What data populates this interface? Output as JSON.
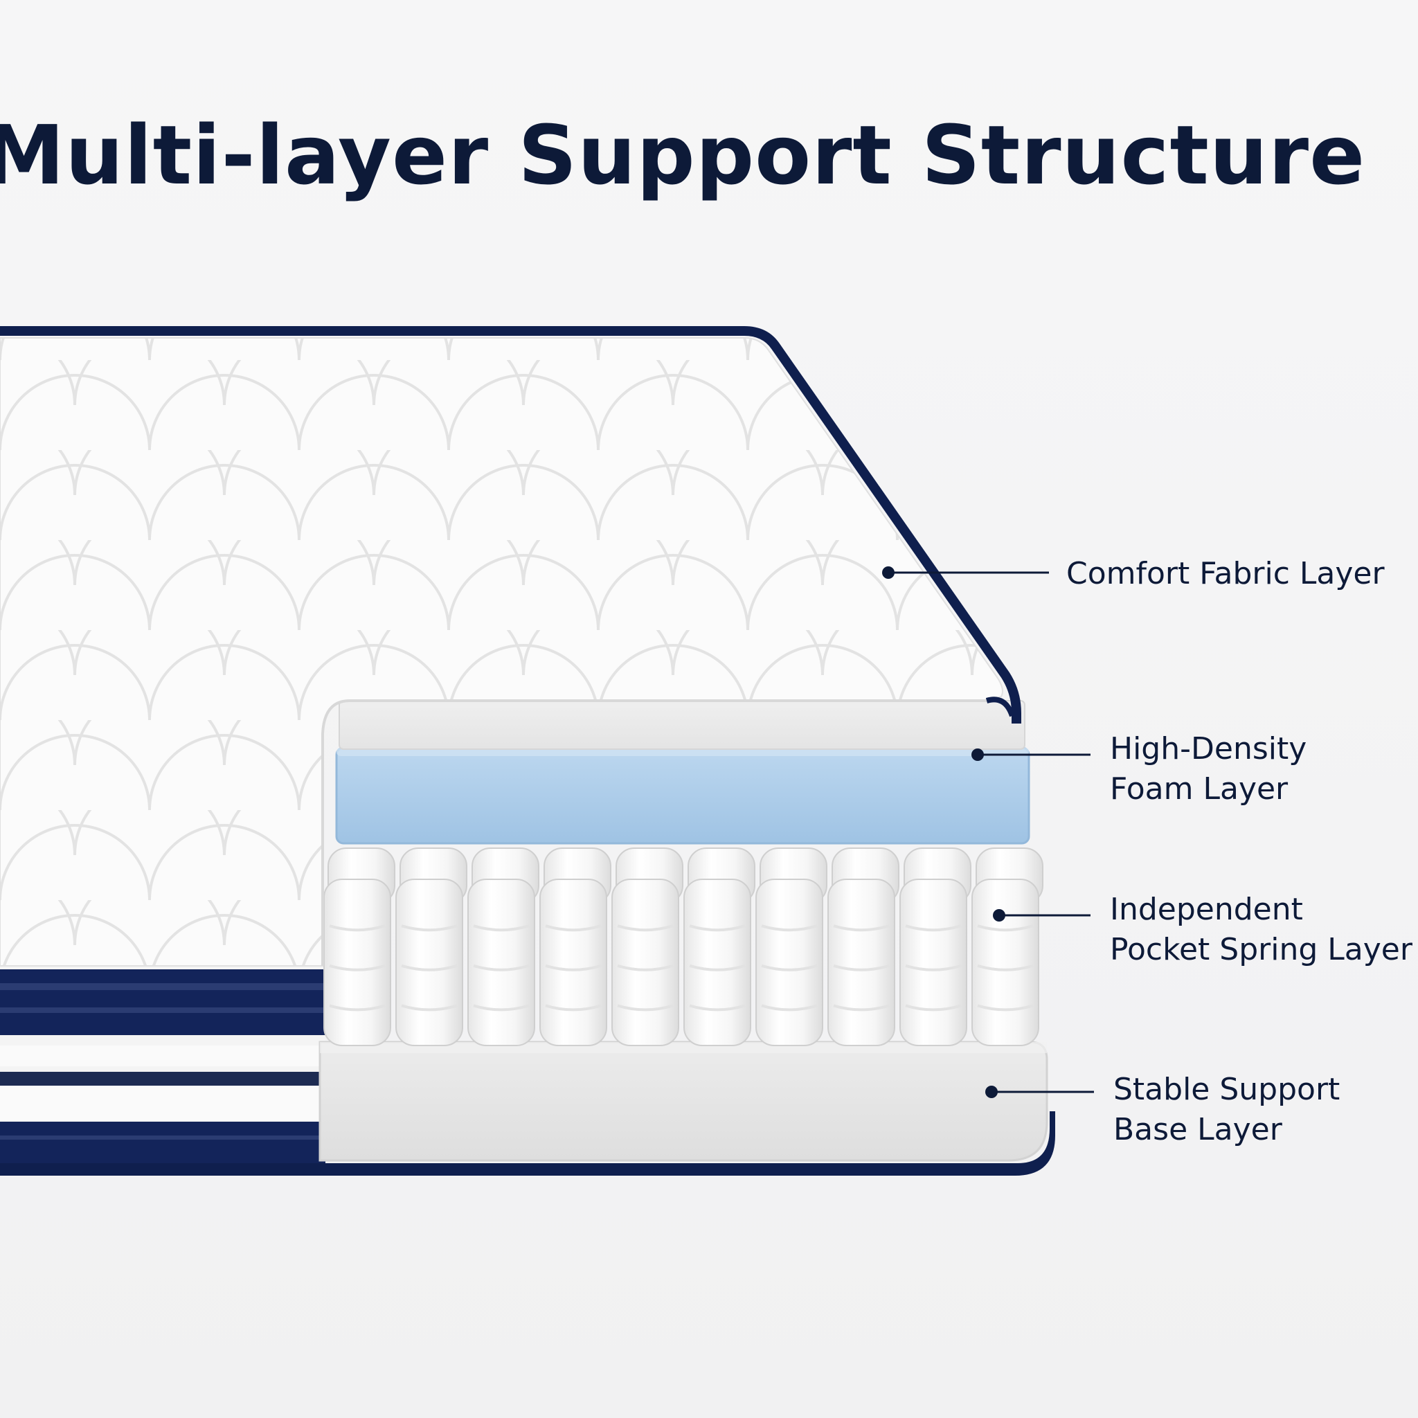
{
  "page": {
    "title": "Multi-layer Support Structure"
  },
  "colors": {
    "navy": "#0f1f4e",
    "label": "#0d1a38",
    "foam_blue": "#a9cbe9",
    "quilt_white": "#fbfbfb",
    "base_foam": "#e4e4e4",
    "spring_white": "#f7f7f7"
  },
  "layers": [
    {
      "id": "comfort",
      "lines": [
        "Comfort Fabric Layer"
      ],
      "icon": "quilted-fabric"
    },
    {
      "id": "foam",
      "lines": [
        "High-Density",
        "Foam Layer"
      ],
      "icon": "foam-slab"
    },
    {
      "id": "springs",
      "lines": [
        "Independent",
        "Pocket Spring Layer"
      ],
      "icon": "pocket-springs"
    },
    {
      "id": "base",
      "lines": [
        "Stable Support",
        "Base Layer"
      ],
      "icon": "base-foam"
    }
  ]
}
